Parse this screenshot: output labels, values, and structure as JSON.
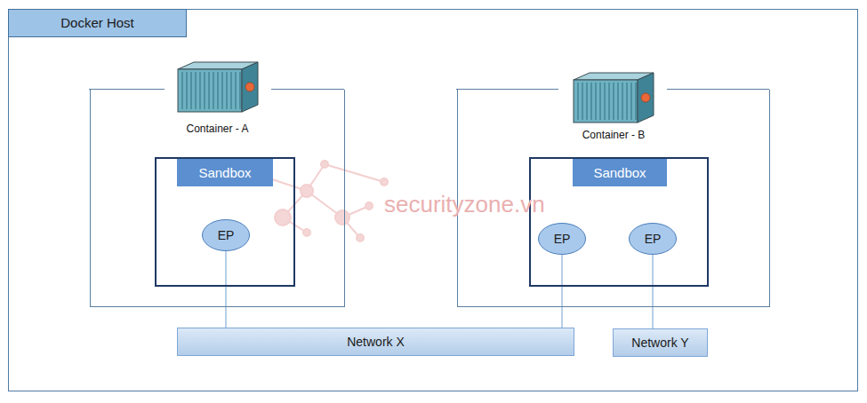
{
  "diagram": {
    "nodes": [
      {
        "text": [
          "Docker Host"
        ]
      },
      {
        "text": [
          "Container - A"
        ],
        "in": 0
      },
      {
        "text": [
          "Sandbox"
        ],
        "in": 1
      },
      {
        "text": [
          "EP"
        ],
        "in": 2
      },
      {
        "text": [
          "Container - B"
        ],
        "in": 0
      },
      {
        "text": [
          "Sandbox"
        ],
        "in": 4
      },
      {
        "text": [
          "EP"
        ],
        "in": 5
      },
      {
        "text": [
          "EP"
        ],
        "in": 5
      },
      {
        "text": [
          "Network X"
        ],
        "in": 0
      },
      {
        "text": [
          "Network Y"
        ],
        "in": 0
      }
    ],
    "edges": [
      {
        "from": 3,
        "to": 8,
        "arrow": "none"
      },
      {
        "from": 6,
        "to": 8,
        "arrow": "none"
      },
      {
        "from": 7,
        "to": 9,
        "arrow": "none"
      }
    ],
    "labels": [
      "securityzone.vn"
    ]
  }
}
